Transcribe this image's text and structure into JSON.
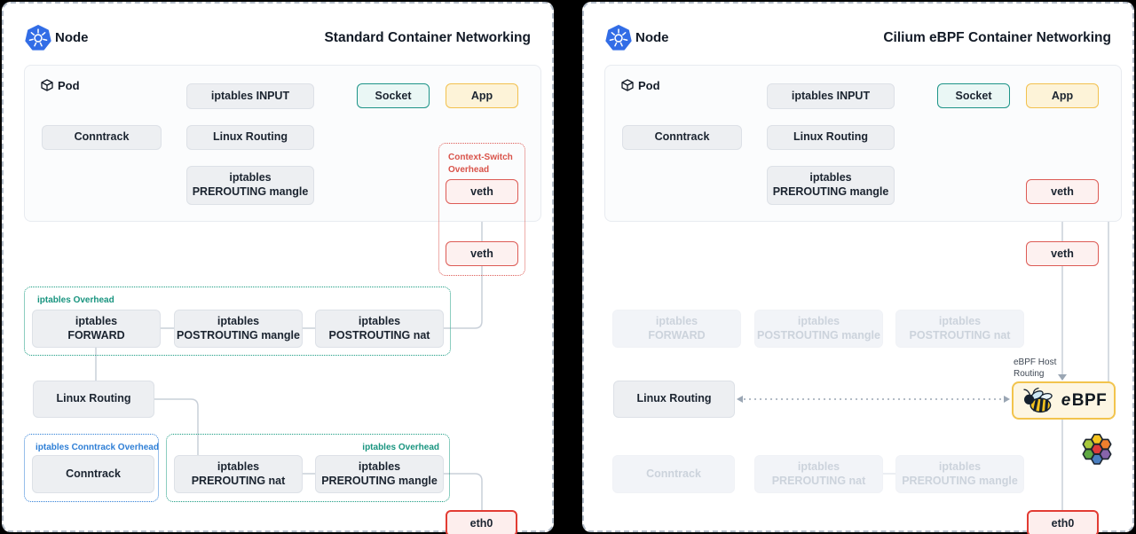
{
  "left": {
    "node_label": "Node",
    "title": "Standard Container Networking",
    "pod": {
      "label": "Pod",
      "iptables_input": "iptables INPUT",
      "socket": "Socket",
      "app": "App",
      "conntrack": "Conntrack",
      "linux_routing": "Linux Routing",
      "prerouting_mangle_l1": "iptables",
      "prerouting_mangle_l2": "PREROUTING mangle"
    },
    "context_switch_group": {
      "label": "Context-Switch Overhead",
      "veth_top": "veth",
      "veth_bottom": "veth"
    },
    "postrouting_group": {
      "label": "iptables Overhead",
      "forward_l1": "iptables",
      "forward_l2": "FORWARD",
      "mangle_l1": "iptables",
      "mangle_l2": "POSTROUTING mangle",
      "nat_l1": "iptables",
      "nat_l2": "POSTROUTING nat"
    },
    "linux_routing": "Linux Routing",
    "conntrack_group": {
      "label": "iptables Conntrack Overhead",
      "conntrack": "Conntrack"
    },
    "prerouting_group": {
      "label": "iptables Overhead",
      "nat_l1": "iptables",
      "nat_l2": "PREROUTING nat",
      "mangle_l1": "iptables",
      "mangle_l2": "PREROUTING mangle"
    },
    "eth0": "eth0"
  },
  "right": {
    "node_label": "Node",
    "title": "Cilium eBPF Container Networking",
    "pod": {
      "label": "Pod",
      "iptables_input": "iptables INPUT",
      "socket": "Socket",
      "app": "App",
      "conntrack": "Conntrack",
      "linux_routing": "Linux Routing",
      "prerouting_mangle_l1": "iptables",
      "prerouting_mangle_l2": "PREROUTING mangle"
    },
    "veth_top": "veth",
    "veth_bottom": "veth",
    "faded_postrouting": {
      "forward_l1": "iptables",
      "forward_l2": "FORWARD",
      "mangle_l1": "iptables",
      "mangle_l2": "POSTROUTING mangle",
      "nat_l1": "iptables",
      "nat_l2": "POSTROUTING nat"
    },
    "linux_routing": "Linux Routing",
    "ebpf": {
      "host_routing_label": "eBPF Host Routing",
      "label_prefix": "e",
      "label_rest": "BPF"
    },
    "faded_conntrack": "Conntrack",
    "faded_prerouting": {
      "nat_l1": "iptables",
      "nat_l2": "PREROUTING nat",
      "mangle_l1": "iptables",
      "mangle_l2": "PREROUTING mangle"
    },
    "eth0": "eth0"
  },
  "icons": {
    "kubernetes": "kubernetes-logo",
    "pod": "cube-icon",
    "bee": "bee-icon",
    "cilium": "cilium-hexagon-logo"
  },
  "colors": {
    "page_background": "#000000",
    "panel_background": "#ffffff",
    "panel_dashed_border": "#b3bdc9",
    "gray_box_fill": "#edeff2",
    "socket_border": "#1d9488",
    "app_border": "#f2c14e",
    "veth_border": "#dd5b55",
    "eth0_border": "#e23c33",
    "context_switch_red": "#d9534a",
    "iptables_overhead_green": "#18947f",
    "conntrack_overhead_blue": "#2f7fd6",
    "ebpf_gold": "#f2c44d",
    "wire_gray": "#c9d0d9",
    "faded_text": "#ccd3dc"
  }
}
